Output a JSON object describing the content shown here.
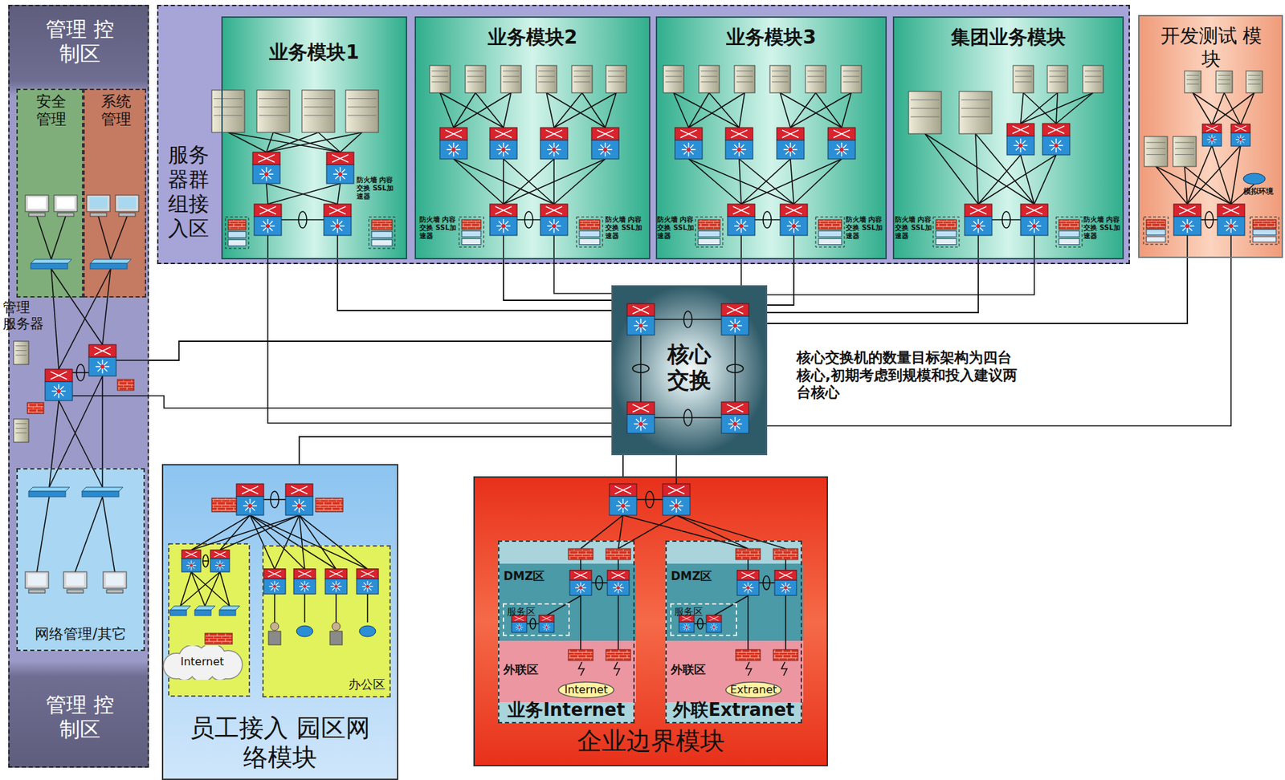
{
  "diagram": {
    "nodes": [
      {
        "text": [
          "管理 控制区",
          "管理 控制区"
        ]
      },
      {
        "text": [
          "安全 管理"
        ],
        "in": 0
      },
      {
        "text": [
          "系统 管理"
        ],
        "in": 0
      },
      {
        "text": [
          "网络管理/其它"
        ],
        "in": 0
      },
      {
        "text": [
          "服务 器群 组接 入区"
        ]
      },
      {
        "text": [
          "业务模块1"
        ],
        "in": 4
      },
      {
        "text": [
          "业务模块2"
        ],
        "in": 4
      },
      {
        "text": [
          "业务模块3"
        ],
        "in": 4
      },
      {
        "text": [
          "集团业务模块"
        ],
        "in": 4
      },
      {
        "text": [
          "开发测试 模块"
        ]
      },
      {
        "text": [
          "核心 交换"
        ]
      },
      {
        "text": [
          "员工接入 园区网络模块"
        ]
      },
      {
        "text": [
          "办公区"
        ],
        "in": 11
      },
      {
        "text": [
          "Internet"
        ],
        "in": 11
      },
      {
        "text": [
          "企业边界模块"
        ]
      },
      {
        "text": [
          "业务Internet"
        ],
        "in": 14
      },
      {
        "text": [
          "DMZ区"
        ],
        "in": 15
      },
      {
        "text": [
          "服务区"
        ],
        "in": 16
      },
      {
        "text": [
          "外联区"
        ],
        "in": 15
      },
      {
        "text": [
          "Internet"
        ],
        "in": 18
      },
      {
        "text": [
          "外联Extranet"
        ],
        "in": 14
      },
      {
        "text": [
          "DMZ区"
        ],
        "in": 20
      },
      {
        "text": [
          "服务区"
        ],
        "in": 21
      },
      {
        "text": [
          "外联区"
        ],
        "in": 20
      },
      {
        "text": [
          "Extranet"
        ],
        "in": 23
      }
    ],
    "edges": [
      {
        "from": 5,
        "to": 10,
        "arrow": "none"
      },
      {
        "from": 6,
        "to": 10,
        "arrow": "none"
      },
      {
        "from": 7,
        "to": 10,
        "arrow": "none"
      },
      {
        "from": 8,
        "to": 10,
        "arrow": "none"
      },
      {
        "from": 9,
        "to": 10,
        "arrow": "none"
      },
      {
        "from": 0,
        "to": 10,
        "arrow": "none"
      },
      {
        "from": 11,
        "to": 10,
        "arrow": "none"
      },
      {
        "from": 14,
        "to": 10,
        "arrow": "none"
      }
    ],
    "labels": [
      "管理 服务器",
      "防火墙 内容交换 SSL加速器",
      "防火墙 内容交换 SSL加速器",
      "防火墙 内容交换 SSL加速器",
      "防火墙 内容交换 SSL加速器",
      "防火墙 内容交换 SSL加速器",
      "防火墙 内容交换 SSL加速器",
      "防火墙 内容交换 SSL加速器",
      "核心交换机的数量目标架构为四台核心,初期考虑到规模和投入建议两台核心",
      "模拟环境"
    ]
  }
}
